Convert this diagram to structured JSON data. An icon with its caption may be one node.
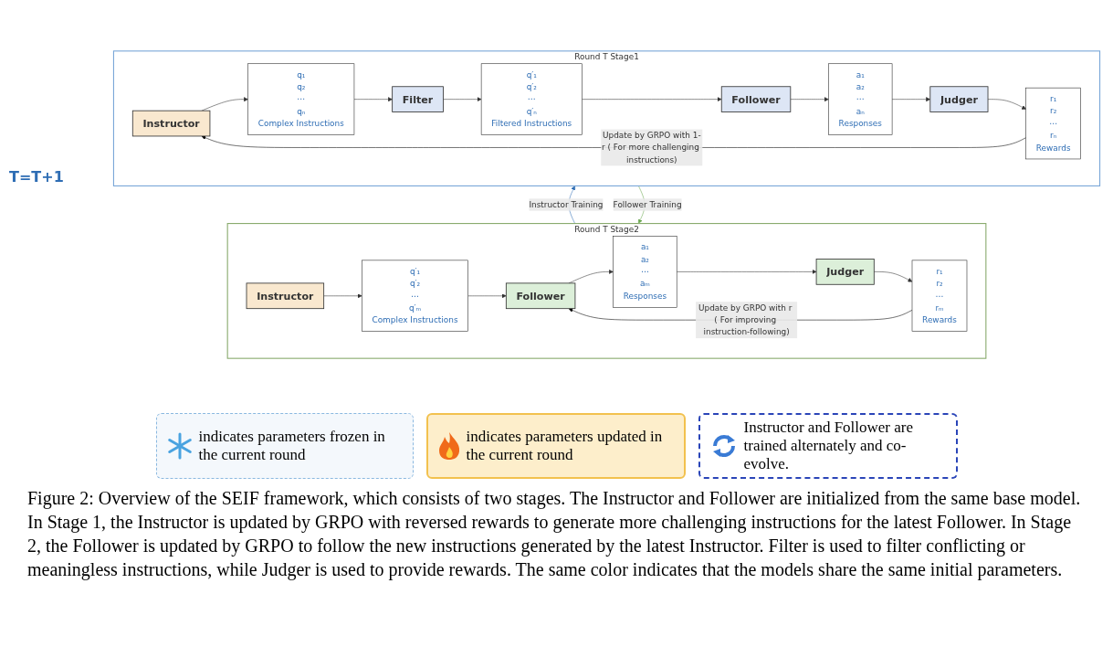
{
  "diagram": {
    "caption": "Figure 2: Overview of the SEIF framework, which consists of two stages. The Instructor and Follower are initialized from the same base model. In Stage 1, the Instructor is updated by GRPO with reversed rewards to generate more challenging instructions for the latest Follower. In Stage 2, the Follower is updated by GRPO to follow the new instructions generated by the latest Instructor. Filter is used to filter conflicting or meaningless instructions, while Judger is used to provide rewards. The same color indicates that the models share the same initial parameters.",
    "nodes": [
      {
        "text": [
          "Round T Stage1"
        ]
      },
      {
        "text": [
          "Instructor"
        ],
        "in": 0
      },
      {
        "text": [
          "q₁ q₂ ⋯ qₙ",
          "Complex Instructions"
        ],
        "in": 0
      },
      {
        "text": [
          "Filter"
        ],
        "in": 0
      },
      {
        "text": [
          "q′₁ q′₂ ⋯ q′ₙ",
          "Filtered Instructions"
        ],
        "in": 0
      },
      {
        "text": [
          "Follower"
        ],
        "in": 0
      },
      {
        "text": [
          "a₁ a₂ ⋯ aₙ",
          "Responses"
        ],
        "in": 0
      },
      {
        "text": [
          "Judger"
        ],
        "in": 0
      },
      {
        "text": [
          "r₁ r₂ ⋯ rₙ",
          "Rewards"
        ],
        "in": 0
      },
      {
        "text": [
          "Round T Stage2"
        ]
      },
      {
        "text": [
          "Instructor"
        ],
        "in": 9
      },
      {
        "text": [
          "q′₁ q′₂ ⋯ q′ₘ",
          "Complex Instructions"
        ],
        "in": 9
      },
      {
        "text": [
          "Follower"
        ],
        "in": 9
      },
      {
        "text": [
          "a₁ a₂ ⋯ aₘ",
          "Responses"
        ],
        "in": 9
      },
      {
        "text": [
          "Judger"
        ],
        "in": 9
      },
      {
        "text": [
          "r₁ r₂ ⋯ rₘ",
          "Rewards"
        ],
        "in": 9
      }
    ],
    "edges": [
      {
        "from": 1,
        "to": 2,
        "arrow": "to"
      },
      {
        "from": 2,
        "to": 3,
        "arrow": "to"
      },
      {
        "from": 3,
        "to": 4,
        "arrow": "to"
      },
      {
        "from": 4,
        "to": 5,
        "arrow": "to"
      },
      {
        "from": 5,
        "to": 6,
        "arrow": "to"
      },
      {
        "from": 6,
        "to": 7,
        "arrow": "to"
      },
      {
        "from": 7,
        "to": 8,
        "arrow": "to"
      },
      {
        "from": 8,
        "to": 1,
        "arrow": "to",
        "label": "Update by GRPO with 1-r ( For more challenging instructions)",
        "color": "#000000"
      },
      {
        "from": 10,
        "to": 11,
        "arrow": "to"
      },
      {
        "from": 11,
        "to": 12,
        "arrow": "to"
      },
      {
        "from": 12,
        "to": 13,
        "arrow": "to"
      },
      {
        "from": 13,
        "to": 14,
        "arrow": "to"
      },
      {
        "from": 14,
        "to": 15,
        "arrow": "to"
      },
      {
        "from": 15,
        "to": 12,
        "arrow": "to",
        "label": "Update by GRPO with r ( For improving instruction-following)",
        "color": "#000000"
      },
      {
        "from": 0,
        "to": 9,
        "arrow": "to",
        "label": "Follower Training",
        "color": "#6aa84f"
      },
      {
        "from": 9,
        "to": 0,
        "arrow": "to",
        "label": "Instructor Training",
        "color": "#2e6db4"
      }
    ],
    "labels": [
      "T=T+1"
    ],
    "legend": [
      {
        "text": "indicates parameters frozen in the current round"
      },
      {
        "text": "indicates parameters updated in the current round"
      },
      {
        "text": "Instructor and Follower are trained alternately and co-evolve."
      }
    ]
  }
}
